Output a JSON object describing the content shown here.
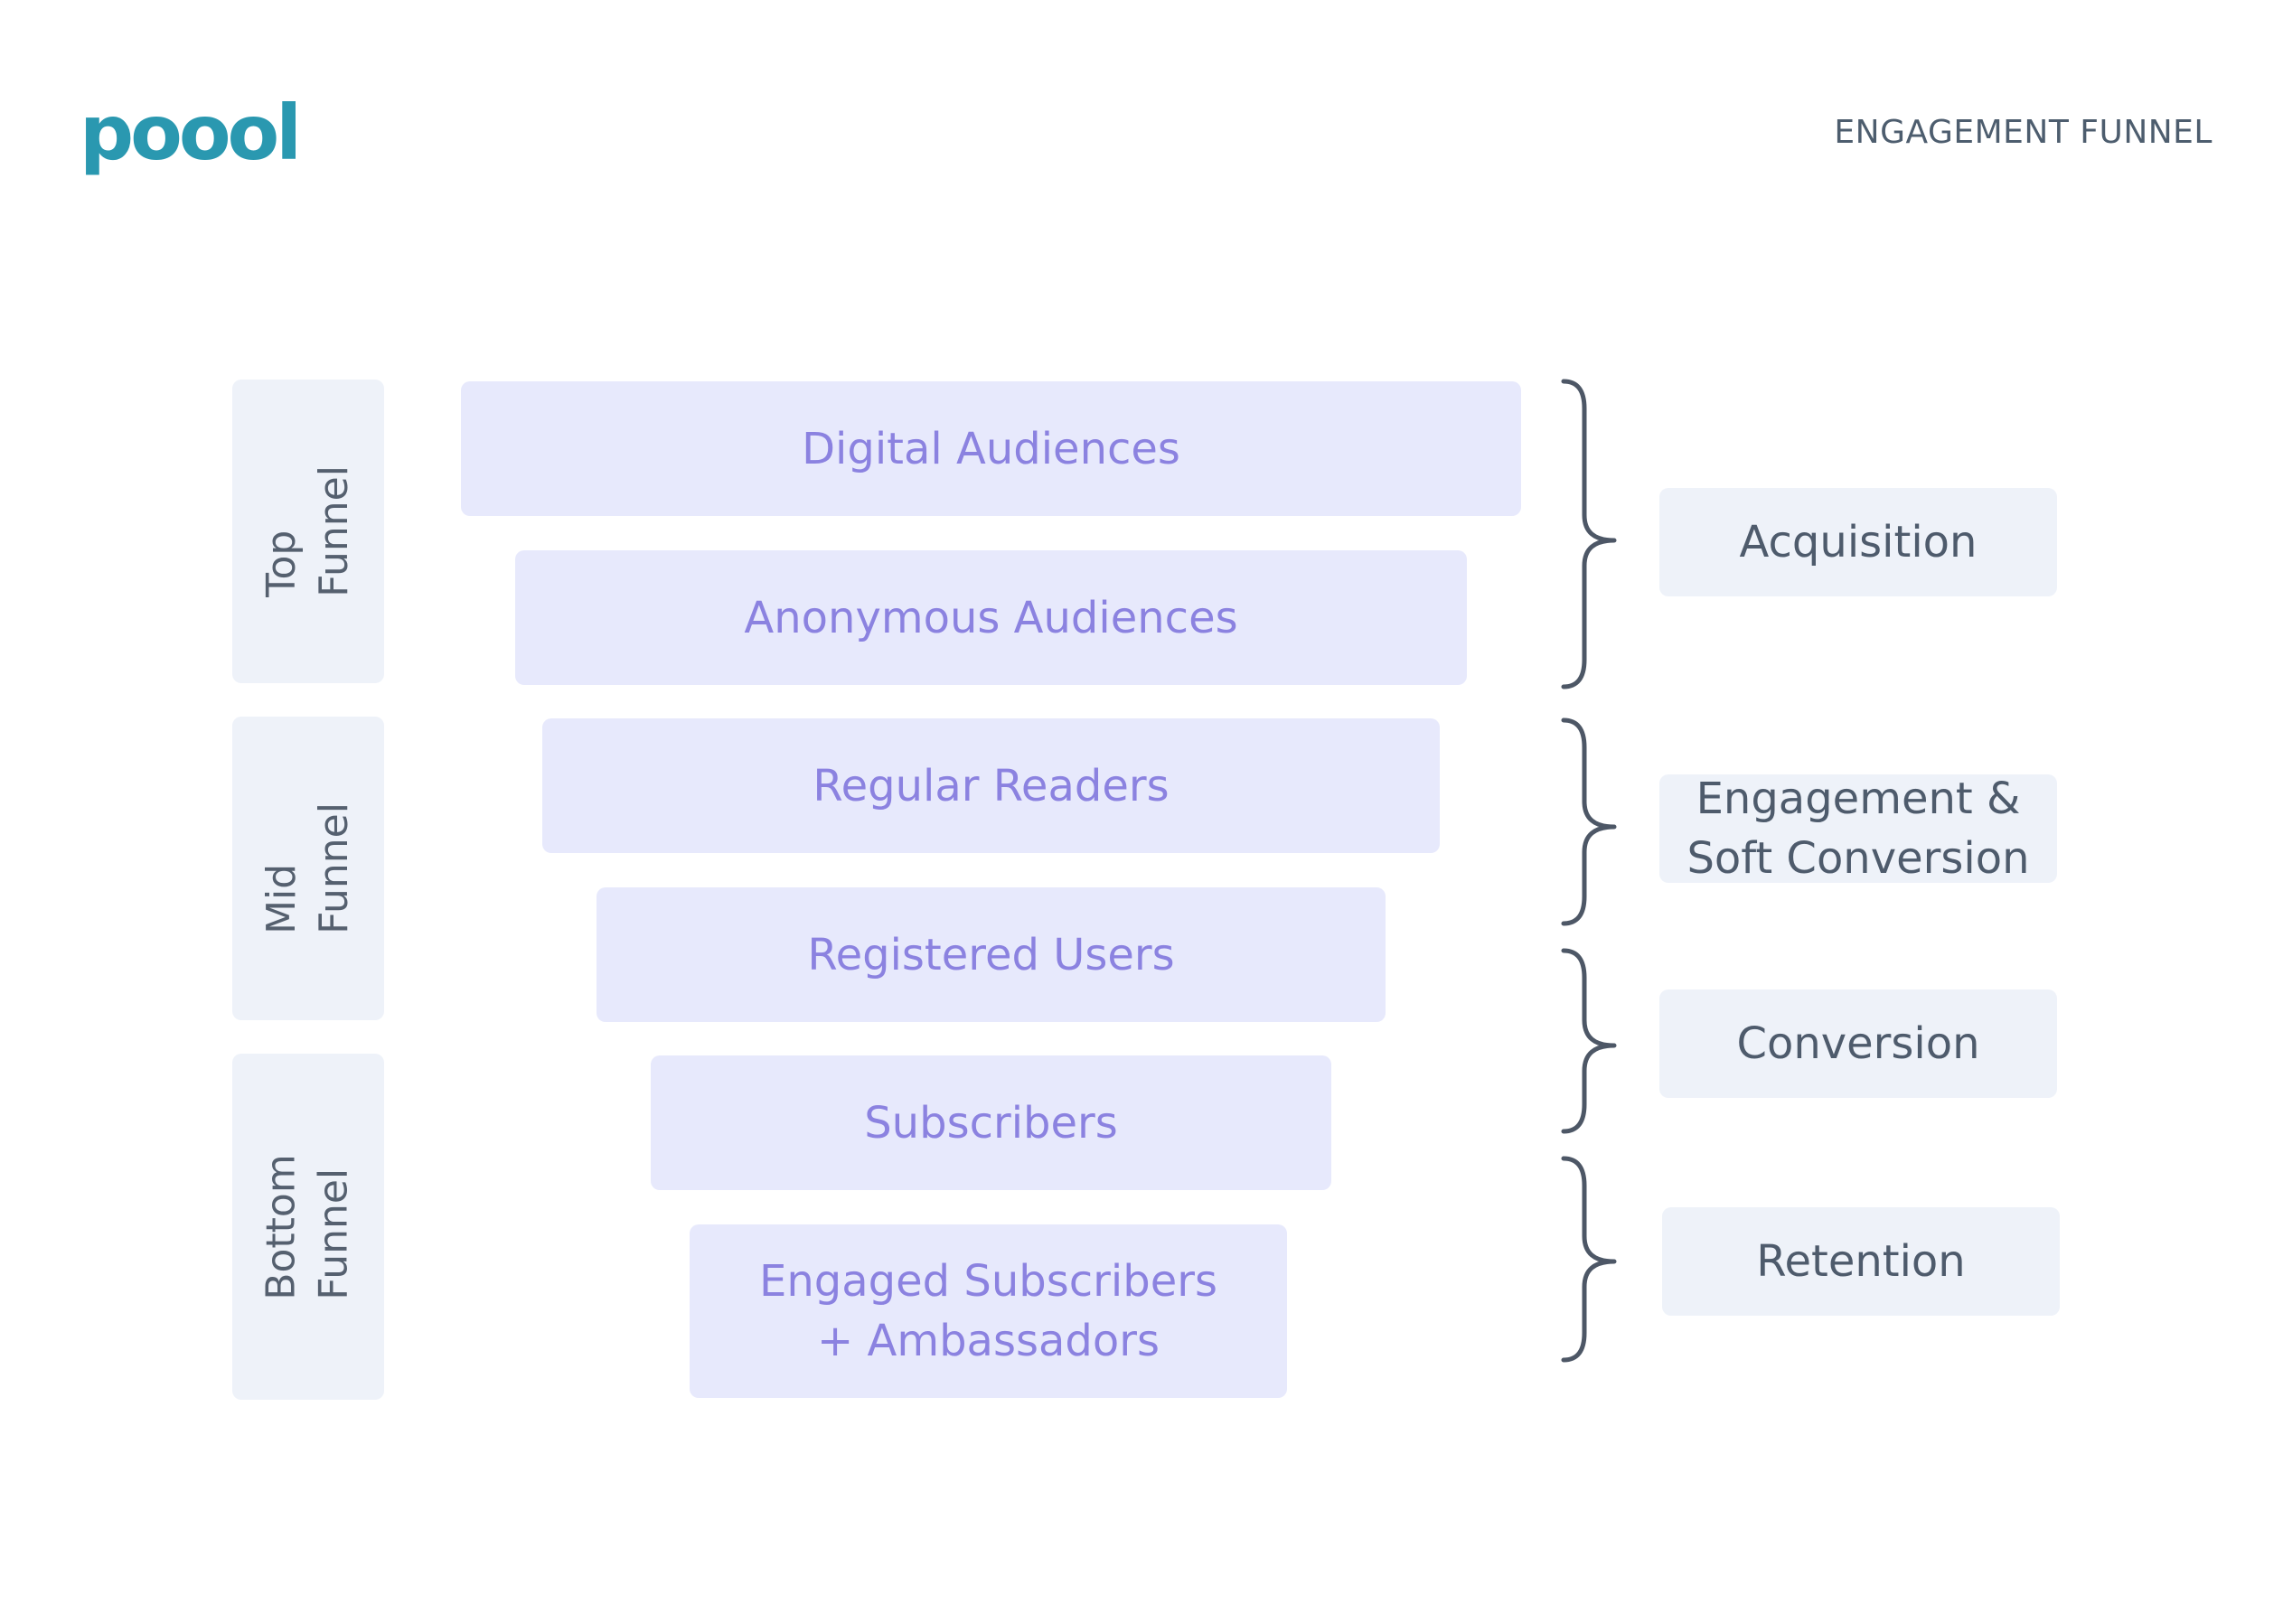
{
  "header": {
    "logo_text": "poool",
    "title": "ENGAGEMENT FUNNEL"
  },
  "stages": [
    {
      "label": "Top\nFunnel"
    },
    {
      "label": "Mid\nFunnel"
    },
    {
      "label": "Bottom\nFunnel"
    }
  ],
  "levels": [
    {
      "label": "Digital Audiences"
    },
    {
      "label": "Anonymous Audiences"
    },
    {
      "label": "Regular Readers"
    },
    {
      "label": "Registered Users"
    },
    {
      "label": "Subscribers"
    },
    {
      "label": "Engaged Subscribers\n+ Ambassadors"
    }
  ],
  "phases": [
    {
      "label": "Acquisition"
    },
    {
      "label": "Engagement &\nSoft Conversion"
    },
    {
      "label": "Conversion"
    },
    {
      "label": "Retention"
    }
  ],
  "colors": {
    "brand": "#2a98b0",
    "level_fill": "#e7e9fc",
    "level_text": "#8b82e0",
    "panel_fill": "#eef2f9",
    "panel_text": "#4e5b6c",
    "brace": "#4d5766"
  }
}
